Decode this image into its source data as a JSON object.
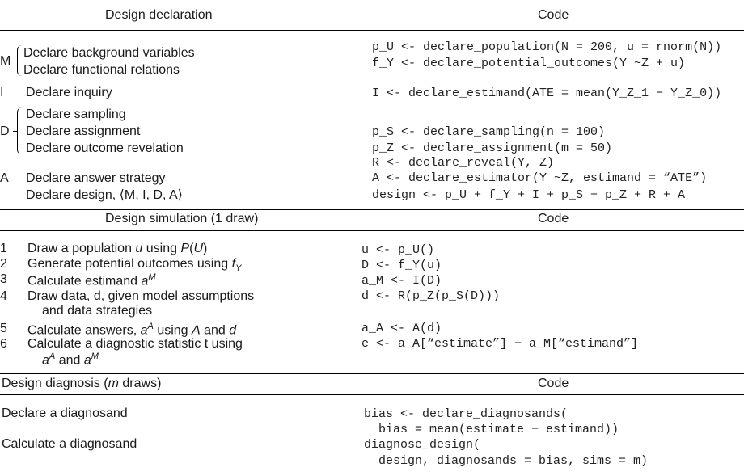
{
  "section1": {
    "header_left": "Design declaration",
    "header_right": "Code",
    "groups": {
      "m": "M",
      "i": "I",
      "d": "D",
      "a": "A"
    },
    "rows": [
      "Declare background variables",
      "Declare functional relations",
      "Declare inquiry",
      "Declare sampling",
      "Declare assignment",
      "Declare outcome revelation",
      "Declare answer strategy",
      "Declare design, ⟨M, I, D, A⟩"
    ],
    "code": [
      "p_U <- declare_population(N = 200, u = rnorm(N))",
      "f_Y <- declare_potential_outcomes(Y ~Z + u)",
      "I <- declare_estimand(ATE = mean(Y_Z_1 − Y_Z_0))",
      "p_S <- declare_sampling(n = 100)",
      "p_Z <- declare_assignment(m = 50)",
      "R <- declare_reveal(Y, Z)",
      "A <- declare_estimator(Y ~Z, estimand = “ATE”)",
      "design <- p_U + f_Y + I + p_S + p_Z + R + A"
    ]
  },
  "section2": {
    "header_left": "Design simulation (1 draw)",
    "header_right": "Code",
    "numbers": [
      "1",
      "2",
      "3",
      "4",
      "5",
      "6"
    ],
    "steps": [
      "Draw a population u using P(U)",
      "Generate potential outcomes using fY",
      "Calculate estimand aM",
      "Draw data, d, given model assumptions",
      "and data strategies",
      "Calculate answers, aA using A and d",
      "Calculate a diagnostic statistic t using",
      "aA and aM"
    ],
    "code": [
      "u <- p_U()",
      "D <- f_Y(u)",
      "a_M <- I(D)",
      "d <- R(p_Z(p_S(D)))",
      "a_A <- A(d)",
      "e <- a_A[“estimate”] − a_M[“estimand”]"
    ]
  },
  "section3": {
    "header_left": "Design diagnosis (m draws)",
    "header_right": "Code",
    "rows": [
      "Declare a diagnosand",
      "Calculate a diagnosand"
    ],
    "code": [
      "bias <- declare_diagnosands(",
      "  bias = mean(estimate − estimand))",
      "diagnose_design(",
      "  design, diagnosands = bias, sims = m)"
    ]
  }
}
